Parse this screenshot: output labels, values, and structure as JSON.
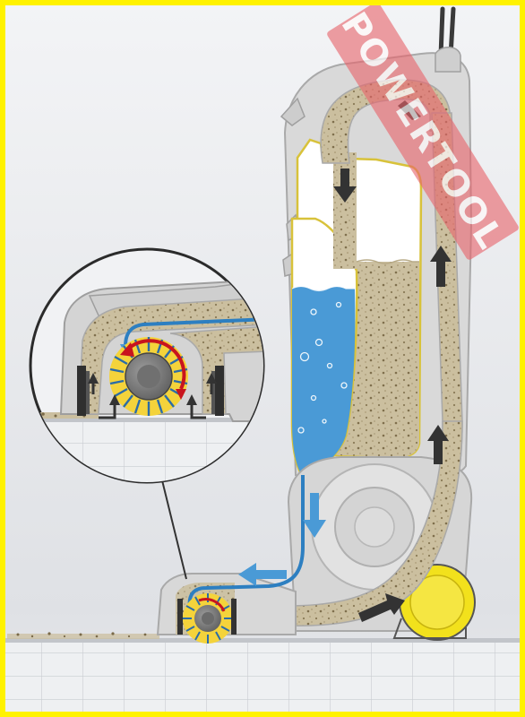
{
  "watermark": {
    "text": "POWERTOOL",
    "color": "#e8646b"
  },
  "colors": {
    "frame": "#fff200",
    "housing": "#d4d4d4",
    "housing_outline": "#a9a9a9",
    "dirt": "#cbbf9f",
    "dirt_speck": "#8a7a56",
    "clean_water": "#4a9ad6",
    "water_line": "#3b8fd2",
    "dirty_flow_arrow": "#333333",
    "rotation_arrow": "#c8141e",
    "brush_bristles": "#f4d33b",
    "tank_outline": "#d8c23a",
    "wheel": "#f2e11c",
    "floor_tiles": "#e9eaec"
  },
  "icons": {
    "dirty-airflow-arrow": "arrow",
    "clean-water-arrow": "arrow",
    "brush-rotation-arrow": "curved-arrow",
    "zoom-connector": "line"
  }
}
